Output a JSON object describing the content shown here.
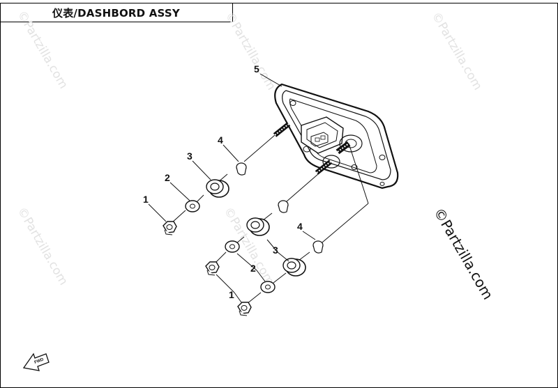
{
  "title": "仪表/DASHBORD ASSY",
  "watermark": "©Partzilla.com",
  "callouts": {
    "c5": "5",
    "c4a": "4",
    "c3a": "3",
    "c2a": "2",
    "c1a": "1",
    "c4b": "4",
    "c3b": "3",
    "c2b": "2",
    "c1b": "1"
  },
  "front_marker": "FWD"
}
